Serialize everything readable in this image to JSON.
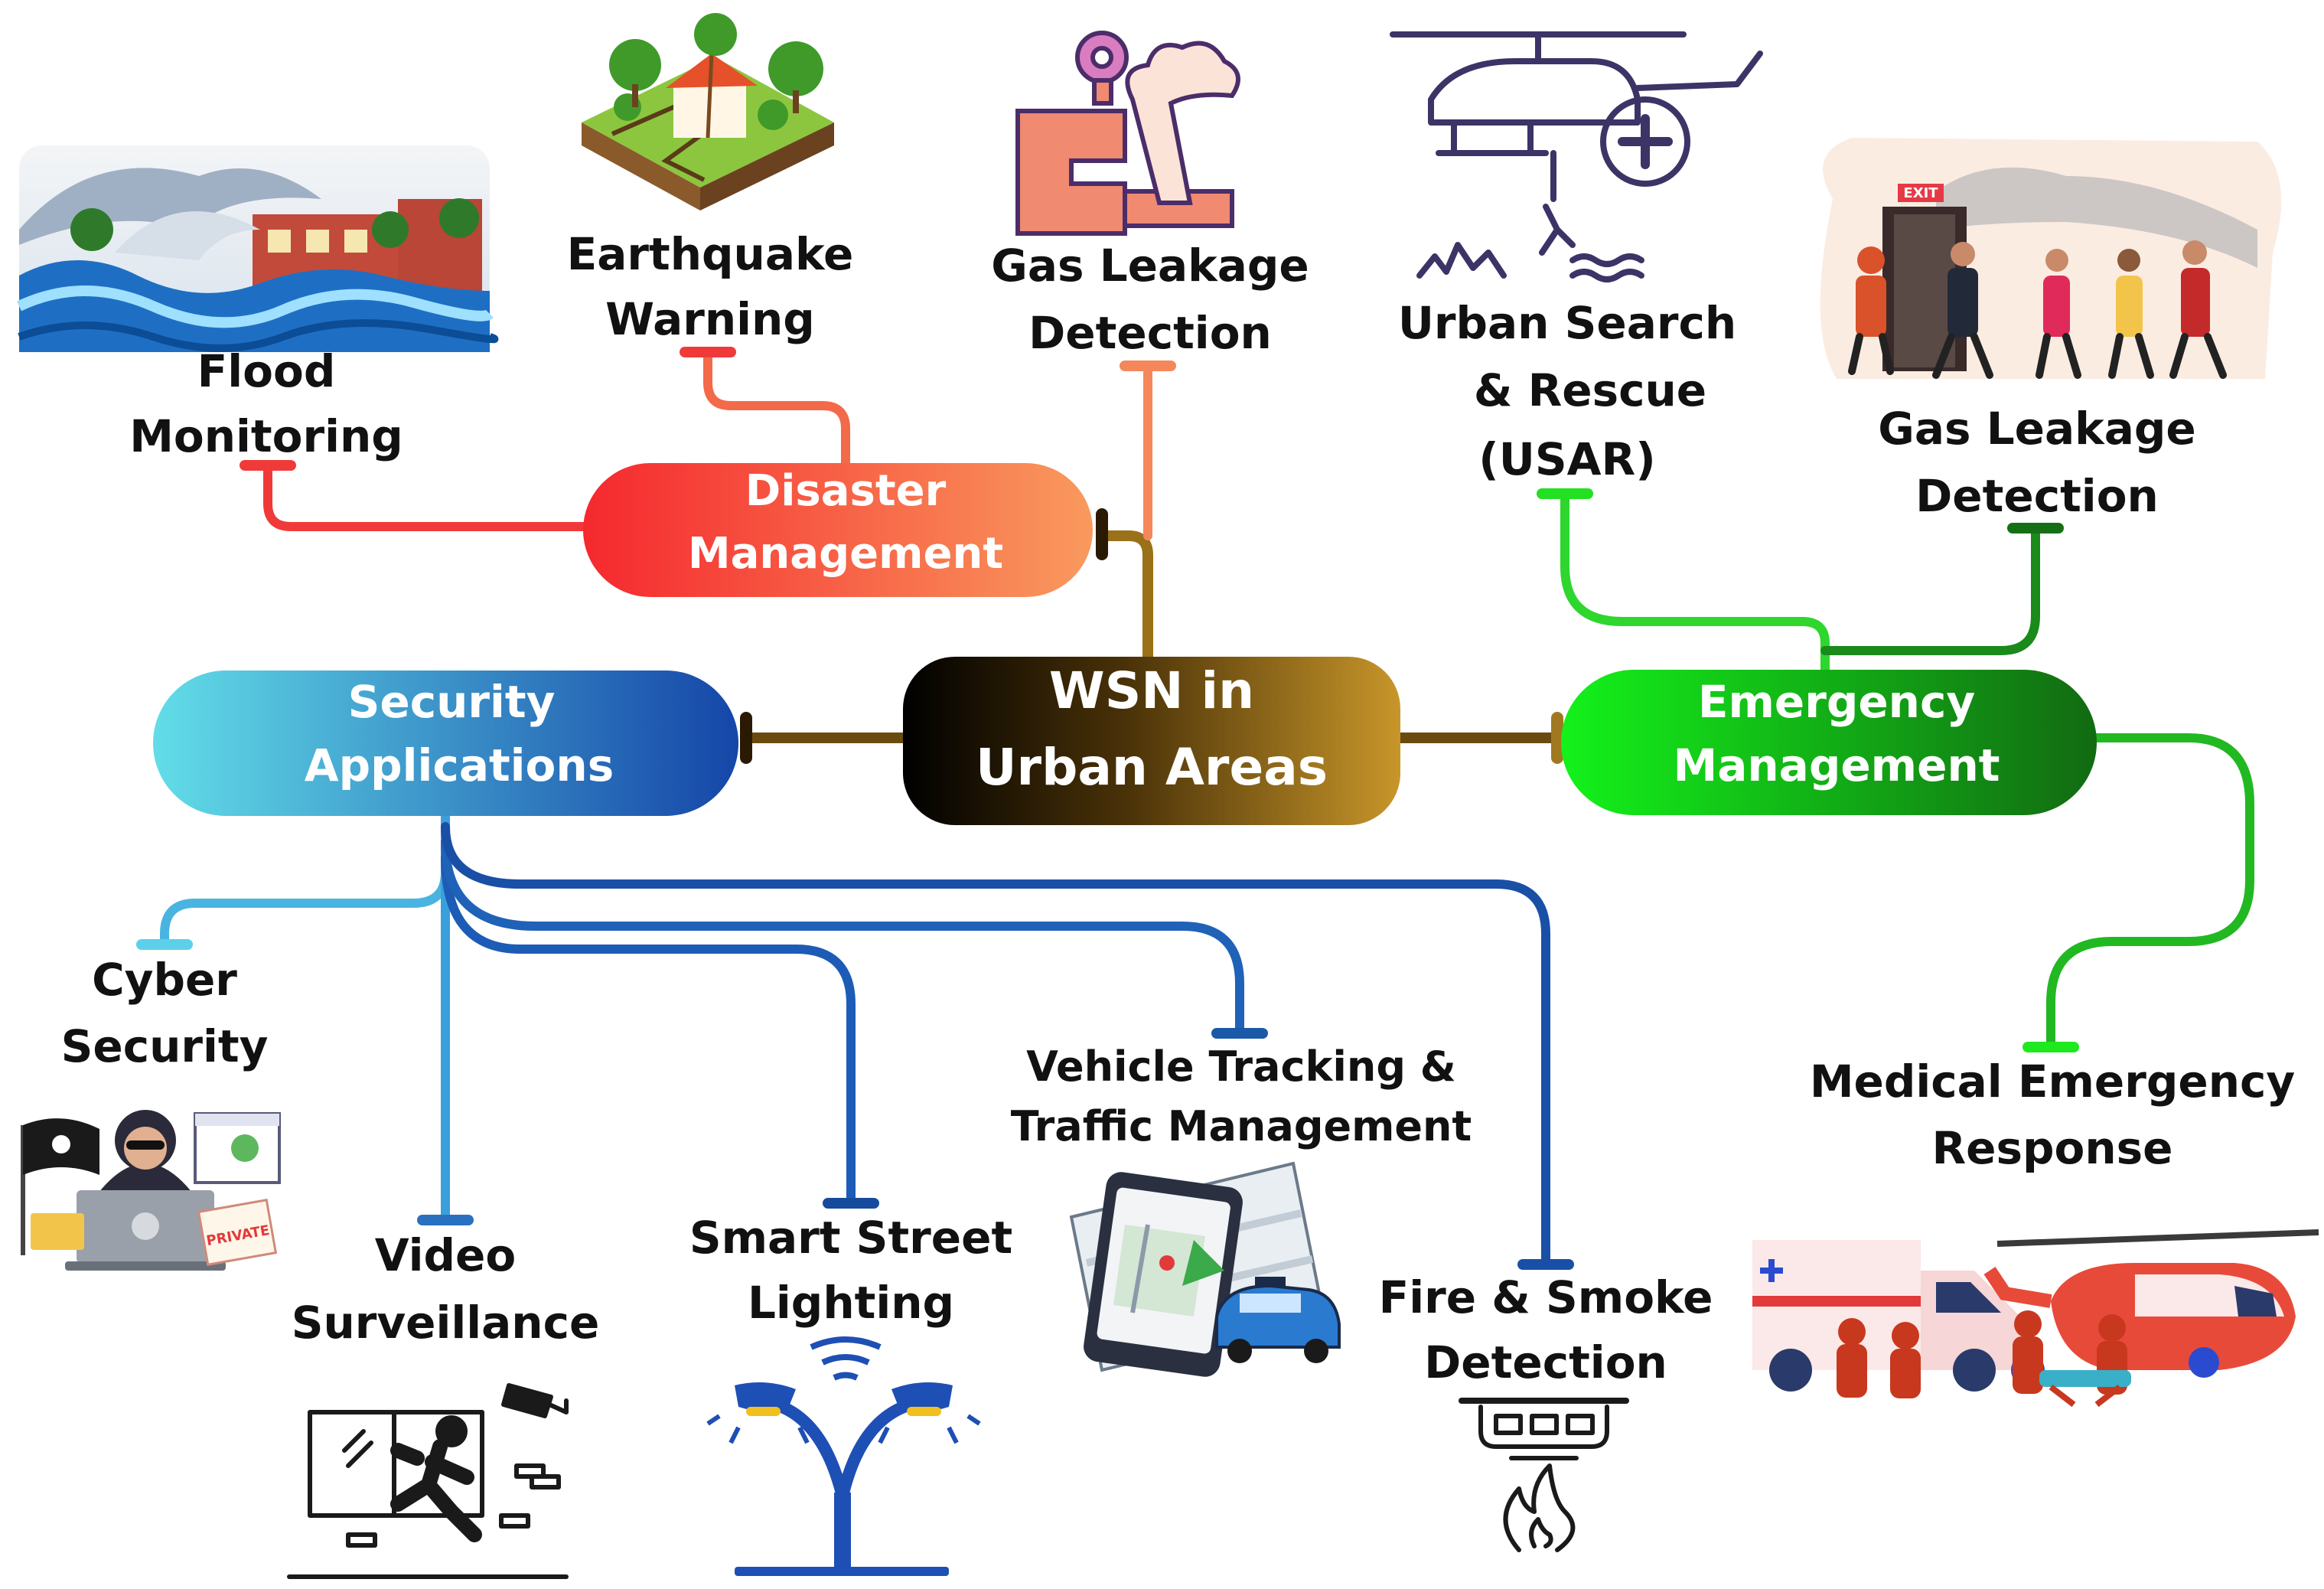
{
  "center": {
    "line1": "WSN in",
    "line2": "Urban Areas"
  },
  "categories": {
    "disaster": {
      "line1": "Disaster",
      "line2": "Management"
    },
    "security": {
      "line1": "Security",
      "line2": "Applications"
    },
    "emergency": {
      "line1": "Emergency",
      "line2": "Management"
    }
  },
  "leaves": {
    "flood": {
      "line1": "Flood",
      "line2": "Monitoring"
    },
    "earthquake": {
      "line1": "Earthquake",
      "line2": "Warning"
    },
    "gas_top": {
      "line1": "Gas Leakage",
      "line2": "Detection"
    },
    "usar": {
      "line1": "Urban Search",
      "line2": "& Rescue",
      "line3": "(USAR)"
    },
    "gas_right": {
      "line1": "Gas Leakage",
      "line2": "Detection"
    },
    "cyber": {
      "line1": "Cyber",
      "line2": "Security"
    },
    "video": {
      "line1": "Video",
      "line2": "Surveillance"
    },
    "street": {
      "line1": "Smart Street",
      "line2": "Lighting"
    },
    "vehicle": {
      "line1": "Vehicle Tracking  &",
      "line2": "Traffic Management"
    },
    "fire": {
      "line1": "Fire & Smoke",
      "line2": "Detection"
    },
    "medical": {
      "line1": "Medical Emergency",
      "line2": "Response"
    }
  },
  "illustration_text": {
    "exit_sign": "EXIT",
    "private_sign": "PRIVATE"
  },
  "icons": [
    "flood-illustration",
    "earthquake-illustration",
    "gas-pipe-icon",
    "helicopter-rescue-icon",
    "evacuation-illustration",
    "hacker-illustration",
    "burglar-camera-icon",
    "street-light-icon",
    "phone-map-car-illustration",
    "smoke-detector-icon",
    "ambulance-helicopter-illustration"
  ],
  "colors": {
    "disaster_start": "#f5282e",
    "disaster_end": "#f99a5e",
    "security_start": "#62dde8",
    "security_end": "#1546a8",
    "emergency_start": "#13f21a",
    "emergency_end": "#126a12",
    "center_start": "#000000",
    "center_end": "#c8962a",
    "connector": "#8a6418"
  }
}
